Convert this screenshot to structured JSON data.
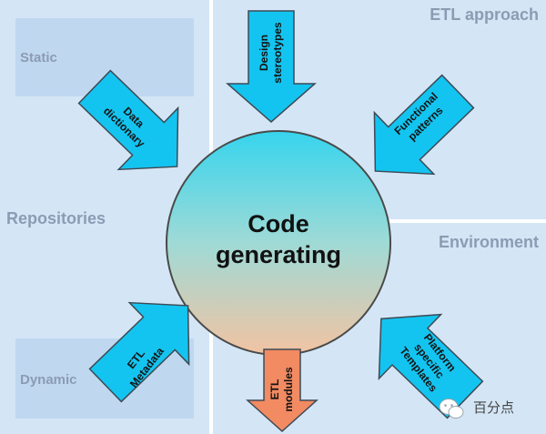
{
  "quadrants": {
    "top_left": {
      "box_label": "Static",
      "section_label": "Repositories"
    },
    "bottom_left": {
      "box_label": "Dynamic"
    },
    "top_right": {
      "section_label": "ETL approach"
    },
    "bottom_right": {
      "section_label": "Environment"
    }
  },
  "center": {
    "line1": "Code",
    "line2": "generating"
  },
  "arrows": {
    "data_dictionary": {
      "line1": "Data",
      "line2": "dictionary"
    },
    "design_stereotypes": {
      "line1": "Design",
      "line2": "stereotypes"
    },
    "functional_patterns": {
      "line1": "Functional",
      "line2": "patterns"
    },
    "etl_metadata": {
      "line1": "ETL",
      "line2": "Metadata"
    },
    "etl_modules": {
      "line1": "ETL",
      "line2": "modules"
    },
    "platform_templates": {
      "line1": "Platform",
      "line2": "specific",
      "line3": "Templates"
    }
  },
  "watermark": {
    "text": "百分点"
  },
  "colors": {
    "background": "#d4e6f6",
    "box": "#bfd8f0",
    "section_text": "#8c9bb3",
    "arrow_in": "#14c4f0",
    "arrow_out": "#f28a62",
    "divider": "#ffffff"
  }
}
